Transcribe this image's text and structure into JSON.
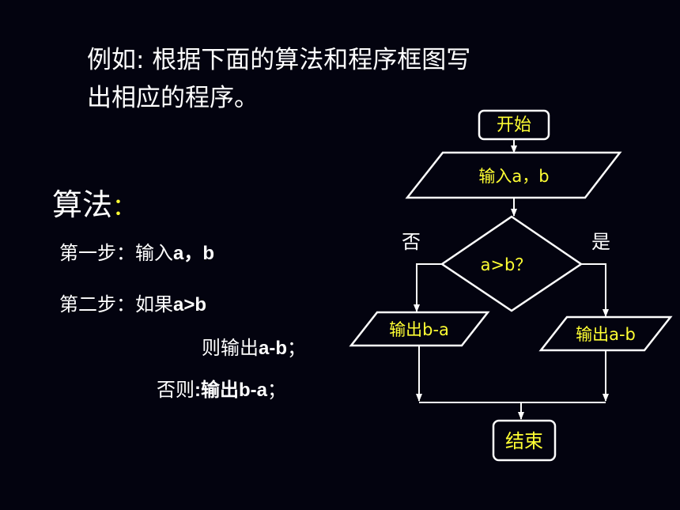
{
  "intro": {
    "line1": "例如: 根据下面的算法和程序框图写",
    "line2": "出相应的程序。"
  },
  "algorithm": {
    "title": "算法",
    "colon": "：",
    "step1_prefix": "第一步：输入",
    "step1_vars": "a，b",
    "step2_prefix": "第二步：如果",
    "step2_cond": "a>b",
    "step2b_prefix": "则输出",
    "step2b_expr": "a-b",
    "step2b_suffix": "；",
    "step2c_prefix": "否则",
    "step2c_rest": ":输出",
    "step2c_expr": "b-a",
    "step2c_suffix": "；"
  },
  "flowchart": {
    "start": "开始",
    "input": "输入a，b",
    "decision": "a>b？",
    "no_label": "否",
    "yes_label": "是",
    "output_no": "输出b-a",
    "output_yes": "输出a-b",
    "end": "结束"
  },
  "colors": {
    "background": "#03030f",
    "text": "#ffffff",
    "highlight": "#ffff33"
  }
}
